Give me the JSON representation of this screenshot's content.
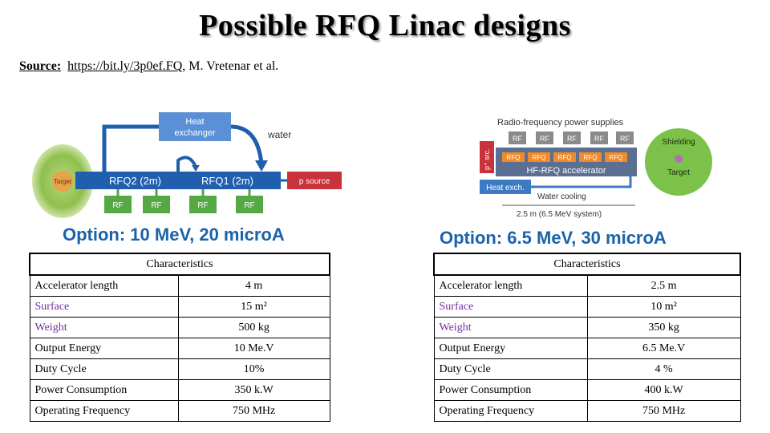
{
  "title": "Possible RFQ Linac designs",
  "source": {
    "label": "Source:",
    "link": "https://bit.ly/3p0ef.FQ",
    "authors": ", M. Vretenar et al."
  },
  "left_diagram": {
    "target": "Target",
    "heat_exchanger": [
      "Heat",
      "exchanger"
    ],
    "water": "water",
    "rfq2": "RFQ2 (2m)",
    "rfq1": "RFQ1 (2m)",
    "p_source": "p source",
    "rf": "RF"
  },
  "right_diagram": {
    "rf_supplies": "Radio-frequency power supplies",
    "rf": "RF",
    "rfq": "RFQ",
    "p_src": "p⁺ src.",
    "hf_rfq": "HF-RFQ accelerator",
    "heat_exch": "Heat exch.",
    "water_cooling": "Water cooling",
    "length": "2.5 m (6.5 MeV system)",
    "shielding": "Shielding",
    "target": "Target"
  },
  "option_left": "Option: 10 MeV, 20 microA",
  "option_right": "Option: 6.5 MeV, 30 microA",
  "table_left": {
    "header": "Characteristics",
    "rows": [
      {
        "key": "Accelerator length",
        "value": "4 m"
      },
      {
        "key": "Surface",
        "value": "15 m²"
      },
      {
        "key": "Weight",
        "value": "500 kg"
      },
      {
        "key": "Output Energy",
        "value": "10 Me.V"
      },
      {
        "key": "Duty Cycle",
        "value": "10%"
      },
      {
        "key": "Power Consumption",
        "value": "350 k.W"
      },
      {
        "key": "Operating Frequency",
        "value": "750 MHz"
      }
    ]
  },
  "table_right": {
    "header": "Characteristics",
    "rows": [
      {
        "key": "Accelerator length",
        "value": "2.5 m"
      },
      {
        "key": "Surface",
        "value": "10 m²"
      },
      {
        "key": "Weight",
        "value": "350 kg"
      },
      {
        "key": "Output Energy",
        "value": "6.5 Me.V"
      },
      {
        "key": "Duty Cycle",
        "value": "4 %"
      },
      {
        "key": "Power Consumption",
        "value": "400 k.W"
      },
      {
        "key": "Operating Frequency",
        "value": "750 MHz"
      }
    ]
  },
  "colors": {
    "option_blue": "#1a63a8",
    "rfq_blue": "#1f5fae",
    "rf_green": "#56a845",
    "heat_blue": "#5b8fd6",
    "p_source_red": "#c8323a",
    "purple_text": "#7030a0"
  }
}
